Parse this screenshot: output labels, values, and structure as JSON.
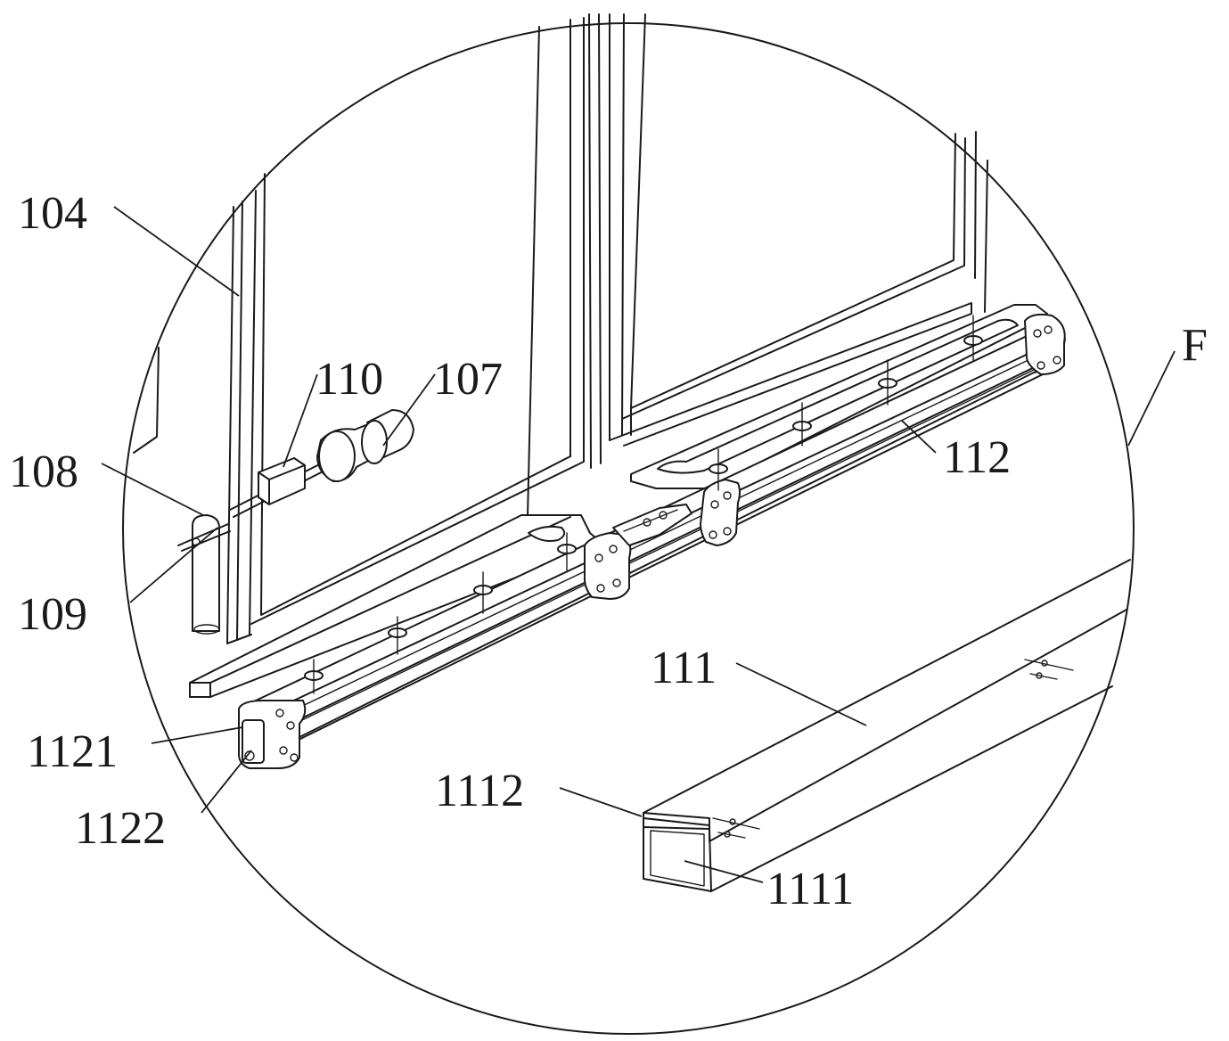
{
  "figure": {
    "view_label": "F",
    "labels": {
      "l104": "104",
      "l110": "110",
      "l107": "107",
      "l108": "108",
      "l109": "109",
      "l112": "112",
      "l111": "111",
      "l1121": "1121",
      "l1122": "1122",
      "l1112": "1112",
      "l1111": "1111"
    }
  }
}
